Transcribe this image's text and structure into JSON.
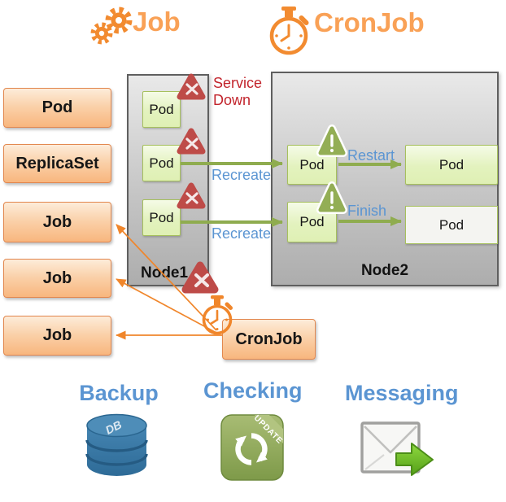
{
  "header": {
    "job_label": "Job",
    "cronjob_label": "CronJob"
  },
  "left_column": {
    "pod": "Pod",
    "replicaset": "ReplicaSet",
    "job1": "Job",
    "job2": "Job",
    "job3": "Job"
  },
  "node1": {
    "label": "Node1",
    "pod1": "Pod",
    "pod2": "Pod",
    "pod3": "Pod"
  },
  "node2": {
    "label": "Node2",
    "row1": {
      "pod": "Pod",
      "action": "Restart",
      "result": "Pod"
    },
    "row2": {
      "pod": "Pod",
      "action": "Finish",
      "result": "Pod"
    }
  },
  "annotations": {
    "service_down": "Service Down",
    "recreate_top": "Recreate",
    "recreate_bottom": "Recreate"
  },
  "cronjob_box": {
    "label": "CronJob"
  },
  "bottom": {
    "backup": {
      "label": "Backup",
      "db_text": "DB"
    },
    "checking": {
      "label": "Checking",
      "ribbon_text": "UPDATE"
    },
    "messaging": {
      "label": "Messaging"
    }
  },
  "colors": {
    "header_orange": "#F9A156",
    "icon_orange": "#F28B30",
    "box_border_orange": "#E2874E",
    "blue_label": "#5B95D2",
    "red_text": "#C2242C",
    "error_red": "#BE4B48",
    "warn_green": "#93AE55",
    "arrow_olive": "#8FAC4F",
    "pod_border_green": "#A6C05D",
    "db_blue": "#3879A8",
    "update_green": "#8CA554"
  }
}
